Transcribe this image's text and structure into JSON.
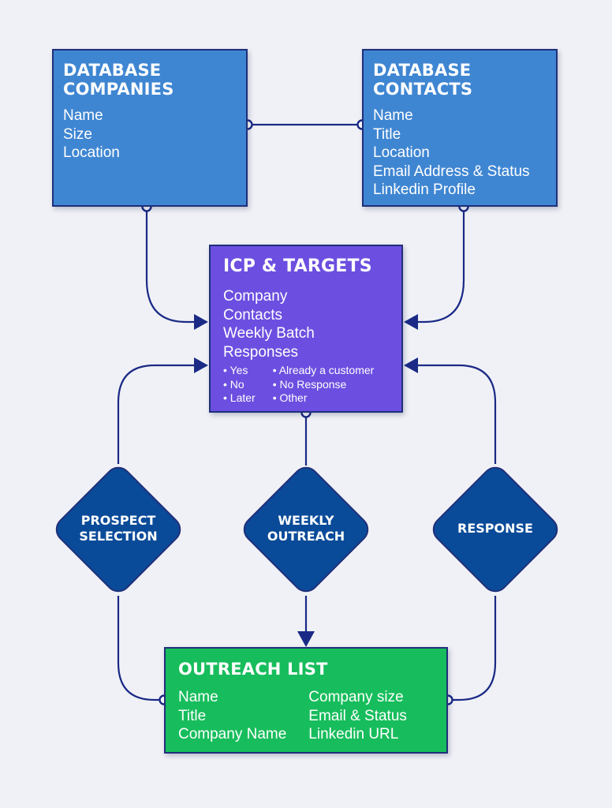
{
  "database_companies": {
    "title": [
      "DATABASE",
      "COMPANIES"
    ],
    "fields": [
      "Name",
      "Size",
      "Location"
    ]
  },
  "database_contacts": {
    "title": [
      "DATABASE",
      "CONTACTS"
    ],
    "fields": [
      "Name",
      "Title",
      "Location",
      "Email Address & Status",
      "Linkedin Profile"
    ]
  },
  "icp_targets": {
    "title": "ICP & TARGETS",
    "fields": [
      "Company",
      "Contacts",
      "Weekly Batch",
      "Responses"
    ],
    "responses_col1": [
      "• Yes",
      "• No",
      "• Later"
    ],
    "responses_col2": [
      "• Already a customer",
      "• No Response",
      "• Other"
    ]
  },
  "steps": {
    "prospect_selection": [
      "PROSPECT",
      "SELECTION"
    ],
    "weekly_outreach": [
      "WEEKLY",
      "OUTREACH"
    ],
    "response": [
      "RESPONSE"
    ]
  },
  "outreach_list": {
    "title": "OUTREACH LIST",
    "fields_col1": [
      "Name",
      "Title",
      "Company Name"
    ],
    "fields_col2": [
      "Company size",
      "Email & Status",
      "Linkedin URL"
    ]
  },
  "colors": {
    "database": "#3f86d2",
    "icp": "#6c4fe0",
    "decision": "#0a4b99",
    "outreach": "#17bd5c",
    "connector": "#1a2a86",
    "background": "#f0f1f6"
  }
}
